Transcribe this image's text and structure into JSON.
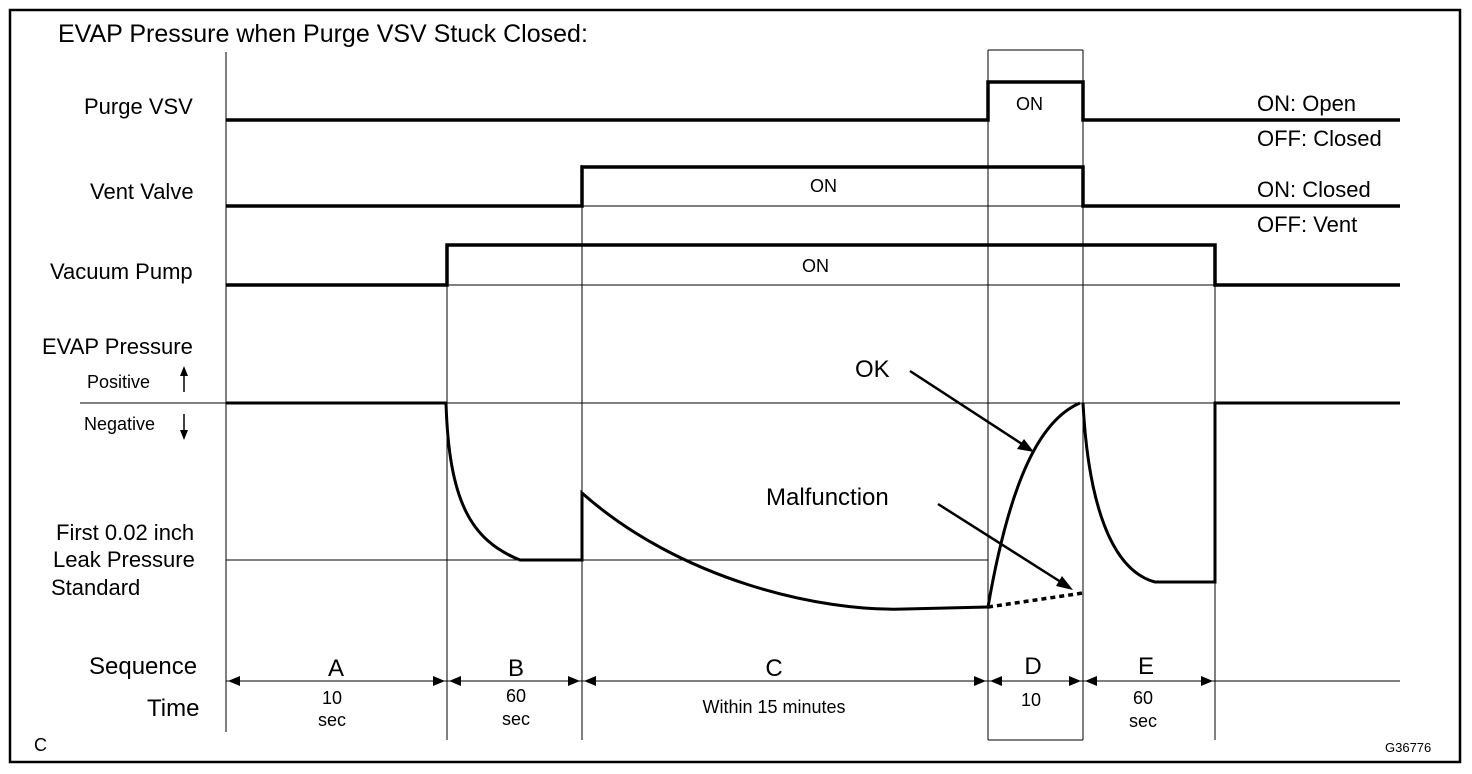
{
  "title": "EVAP Pressure when Purge VSV Stuck Closed:",
  "rows": {
    "purge_vsv": "Purge VSV",
    "vent_valve": "Vent Valve",
    "vacuum_pump": "Vacuum Pump",
    "evap_pressure": "EVAP Pressure",
    "positive": "Positive",
    "negative": "Negative",
    "leak_line1": "First 0.02 inch",
    "leak_line2": "Leak Pressure",
    "leak_line3": "Standard",
    "sequence": "Sequence",
    "time": "Time"
  },
  "states": {
    "purge_on": "ON",
    "vent_on": "ON",
    "pump_on": "ON"
  },
  "legend": {
    "purge_on": "ON: Open",
    "purge_off": "OFF: Closed",
    "vent_on": "ON: Closed",
    "vent_off": "OFF: Vent"
  },
  "annotations": {
    "ok": "OK",
    "malfunction": "Malfunction"
  },
  "phases": [
    {
      "seq": "A",
      "time1": "10",
      "time2": "sec"
    },
    {
      "seq": "B",
      "time1": "60",
      "time2": "sec"
    },
    {
      "seq": "C",
      "time1": "Within 15 minutes",
      "time2": ""
    },
    {
      "seq": "D",
      "time1": "10",
      "time2": ""
    },
    {
      "seq": "E",
      "time1": "60",
      "time2": "sec"
    }
  ],
  "corner_left": "C",
  "corner_right": "G36776"
}
